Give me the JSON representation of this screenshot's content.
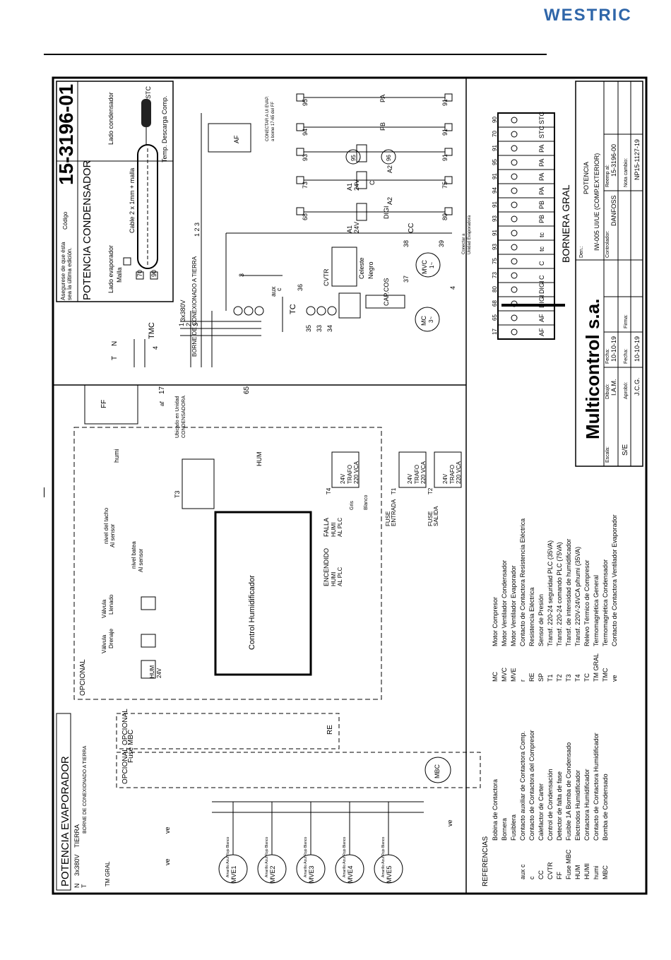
{
  "brand": {
    "logo": "WESTRIC"
  },
  "header": {
    "code_label": "Código",
    "code": "15-3196-01",
    "title": "POTENCIA CONDENSADOR",
    "note_line1": "Asegurese de que ésta",
    "note_line2": "sea la última edición."
  },
  "condenser": {
    "evap_side": "Lado evaporador",
    "mesh": "Malla",
    "cable": "Cable 2 x 1mm + malla",
    "cond_side": "Lado condensador",
    "temp": "Temp. Descarga Comp.",
    "stc": "STC",
    "t70": "70",
    "t90": "90",
    "supply": "3x380V",
    "tmc": "TMC",
    "ground_label": "BORNE DE CONEXIONADO A TIERRA",
    "n": "N",
    "t": "T",
    "line_l1": "1",
    "line_l2": "2",
    "line_l3": "3",
    "line_n": "4",
    "bus_123": "1 2 3",
    "t3": "3",
    "aux": "aux",
    "auxc": "c",
    "t36": "36",
    "tc": "TC",
    "t35": "35",
    "t33": "33",
    "t34": "34",
    "t37": "37",
    "t38": "38",
    "t39": "39",
    "t4": "4",
    "negro": "Negro",
    "celeste": "Celeste",
    "cvtr": "CVTR",
    "capcos": "CAP.COS",
    "mvc": "MVC",
    "mvc_phase": "1~",
    "mc": "MC",
    "mc_phase": "3~",
    "af": "AF",
    "connect_note1": "CONECTAR A UI EVAP.",
    "connect_note2": "a borne 17-65 del FF",
    "cc": "CC",
    "digi": "DIGI",
    "v24": "24V",
    "a1": "A1",
    "a2": "A2",
    "c": "C",
    "n68": "68",
    "n80": "80",
    "n73": "73",
    "n75": "75",
    "n93": "93",
    "n91": "91",
    "n94": "94",
    "n95": "95",
    "n96": "96",
    "pa": "PA",
    "pb": "PB",
    "connect_unit1": "Conectar a",
    "connect_unit2": "Unidad Evaporadora"
  },
  "bornera": {
    "title": "BORNERA GRAL",
    "top_numbers": [
      "17",
      "65",
      "68",
      "80",
      "73",
      "75",
      "93",
      "91",
      "93",
      "91",
      "94",
      "91",
      "95",
      "91",
      "70",
      "90"
    ],
    "labels": [
      "AF",
      "AF",
      "DIGI",
      "DIGI",
      "C",
      "C",
      "tc",
      "tc",
      "PB",
      "PB",
      "PA",
      "PA",
      "PA",
      "PA",
      "STC",
      "STC"
    ]
  },
  "titleblock": {
    "company": "Multicontrol s.a.",
    "den_label": "Den.:",
    "den1": "POTENCIA",
    "den2": "IW-005 UI/UE (COMP.EXTERIOR)",
    "controller_label": "Controlador:",
    "controller": "DANFOSS",
    "reemp_label": "Reemp al:",
    "reemp": "15-3196-00",
    "nota_label": "Nota cambio:",
    "nota": "NP15-1127-19",
    "scale_label": "Escala:",
    "scale": "S/E",
    "drawn_label": "Dibujó:",
    "drawn": "I.A.M.",
    "approved_label": "Aprobó:",
    "approved": "J.C.G.",
    "date_label": "Fecha:",
    "date1": "10-10-19",
    "date2": "10-10-19",
    "sign_label": "Firma:"
  },
  "evaporator": {
    "title": "POTENCIA EVAPORADOR",
    "tierra": "TIERRA",
    "supply": "3x380V",
    "ground_label": "BORNE DE CONEXIONADO A TIERRA",
    "tmgral": "TM GRAL",
    "n": "N",
    "t": "T",
    "opcional": "OPCIONAL",
    "fuse_mbc": "Fuse MBC",
    "mbc": "MBC",
    "re": "RE",
    "motors": [
      "MVE1",
      "MVE2",
      "MVE3",
      "MVE4",
      "MVE5"
    ],
    "wire_colors": "Amarillo Azul Rojo Blanco",
    "ve": "ve",
    "ff": "FF",
    "ff_note1": "Ubicado en Unidad",
    "ff_note2": "CONDENSADORA",
    "n17": "17",
    "n65": "65",
    "af": "af"
  },
  "humidifier": {
    "opcional": "OPCIONAL",
    "control": "Control Humidificador",
    "hum": "HUM",
    "humi": "humi",
    "trafo": "TRAFO",
    "t1": "T1",
    "t2": "T2",
    "t3": "T3",
    "t4": "T4",
    "v220": "220 VCA",
    "v24": "24V",
    "fuse_entrada1": "FUSE",
    "fuse_entrada2": "ENTRADA",
    "fuse_salida1": "FUSE",
    "fuse_salida2": "SALIDA",
    "falla": "FALLA",
    "humi_plc": "HUMI",
    "al_plc": "AL PLC",
    "encendido": "ENCENDIDO",
    "gris": "Gris",
    "blanco": "Blanco",
    "nivel_tacho": "nivel del tacho",
    "al_sensor": "Al sensor",
    "nivel_batea": "nivel batea",
    "al_sensor2": "Al sensor",
    "valvula": "Válvula",
    "llenado": "Llenado",
    "drenaje": "Drenaje",
    "hum_coil": "HUM"
  },
  "references": {
    "title": "REFERENCIAS",
    "left": [
      {
        "code": "",
        "desc": "Bobina de Contactora"
      },
      {
        "code": "",
        "desc": "Bornera"
      },
      {
        "code": "",
        "desc": "Fusiblera"
      },
      {
        "code": "aux c",
        "desc": "Contacto auxiliar de Contactora Comp."
      },
      {
        "code": "c",
        "desc": "Contacto de Contactora del Compresor"
      },
      {
        "code": "CC",
        "desc": "Calefactor de Carter"
      },
      {
        "code": "CVTR",
        "desc": "Control de Condensación"
      },
      {
        "code": "FF",
        "desc": "Detector de falta de fase"
      },
      {
        "code": "Fuse MBC",
        "desc": "Fusible 1A Bomba de Condensado"
      },
      {
        "code": "HUM",
        "desc": "Electrodos Humidificador"
      },
      {
        "code": "HUMI",
        "desc": "Contactora Humidificador"
      },
      {
        "code": "humi",
        "desc": "Contacto de Contactora Humidificador"
      },
      {
        "code": "MBC",
        "desc": "Bomba de Condensado"
      }
    ],
    "right": [
      {
        "code": "MC",
        "desc": "Motor Compresor"
      },
      {
        "code": "MVC",
        "desc": "Motor Ventilador Condensador"
      },
      {
        "code": "MVE",
        "desc": "Motor Ventilador Evaporador"
      },
      {
        "code": "r",
        "desc": "Contacto de Contactora Resistencia Eléctrica"
      },
      {
        "code": "RE",
        "desc": "Resistencia Eléctrica"
      },
      {
        "code": "SP",
        "desc": "Sensor de Presión"
      },
      {
        "code": "T1",
        "desc": "Transf. 220-24 seguridad PLC (35VA)"
      },
      {
        "code": "T2",
        "desc": "Transf. 220-24 comando PLC (75VA)"
      },
      {
        "code": "T3",
        "desc": "Transf. de intensidad de humidificador"
      },
      {
        "code": "T4",
        "desc": "Transf. 220V-24VCA p/humi (35VA)"
      },
      {
        "code": "TC",
        "desc": "Relevo Térmico de Compresor"
      },
      {
        "code": "TM GRAL",
        "desc": "Termomagnética General"
      },
      {
        "code": "TMC",
        "desc": "Termomagnética Condensador"
      },
      {
        "code": "ve",
        "desc": "Contacto de Contactora Ventilador Evaporador"
      }
    ]
  }
}
